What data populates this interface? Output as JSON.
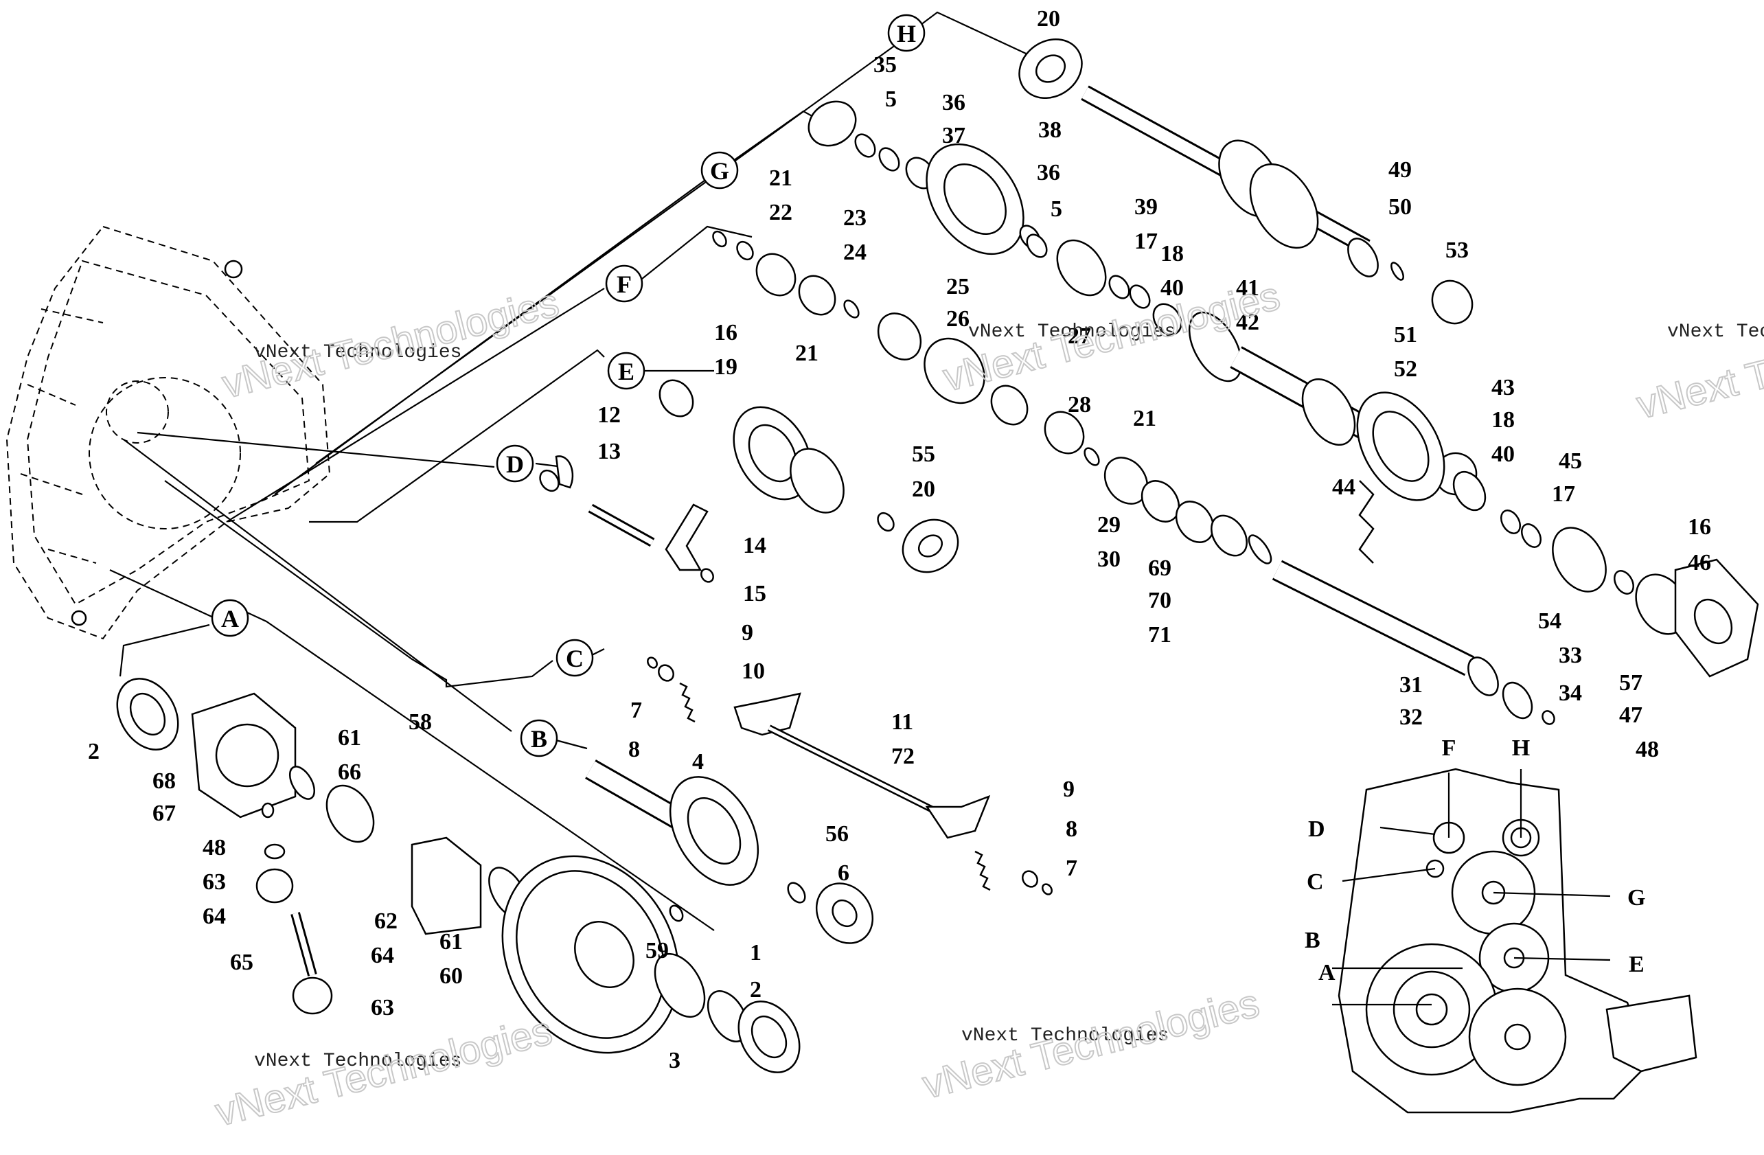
{
  "diagram": {
    "callouts": [
      "A",
      "B",
      "C",
      "D",
      "E",
      "F",
      "G",
      "H"
    ],
    "part_numbers": [
      "1",
      "2",
      "3",
      "4",
      "5",
      "6",
      "7",
      "8",
      "9",
      "10",
      "11",
      "12",
      "13",
      "14",
      "15",
      "16",
      "17",
      "18",
      "19",
      "20",
      "21",
      "22",
      "23",
      "24",
      "25",
      "26",
      "27",
      "28",
      "29",
      "30",
      "31",
      "32",
      "33",
      "34",
      "35",
      "36",
      "37",
      "38",
      "39",
      "40",
      "41",
      "42",
      "43",
      "44",
      "45",
      "46",
      "47",
      "48",
      "49",
      "50",
      "51",
      "52",
      "53",
      "54",
      "55",
      "56",
      "57",
      "58",
      "59",
      "60",
      "61",
      "62",
      "63",
      "64",
      "65",
      "66",
      "67",
      "68",
      "69",
      "70",
      "71",
      "72"
    ],
    "inset_labels": [
      "A",
      "B",
      "C",
      "D",
      "E",
      "F",
      "G",
      "H"
    ],
    "watermarks": [
      {
        "small": "vNext Technologies",
        "big": "vNext Technologies"
      },
      {
        "small": "vNext Technologies",
        "big": "vNext Technologies"
      },
      {
        "small": "vNext Technologies",
        "big": "vNext Technologies"
      },
      {
        "small": "vNext Technologies",
        "big": "vNext Technologies"
      },
      {
        "small": "vNext Technologies",
        "big": "vNext Technologies"
      }
    ]
  }
}
